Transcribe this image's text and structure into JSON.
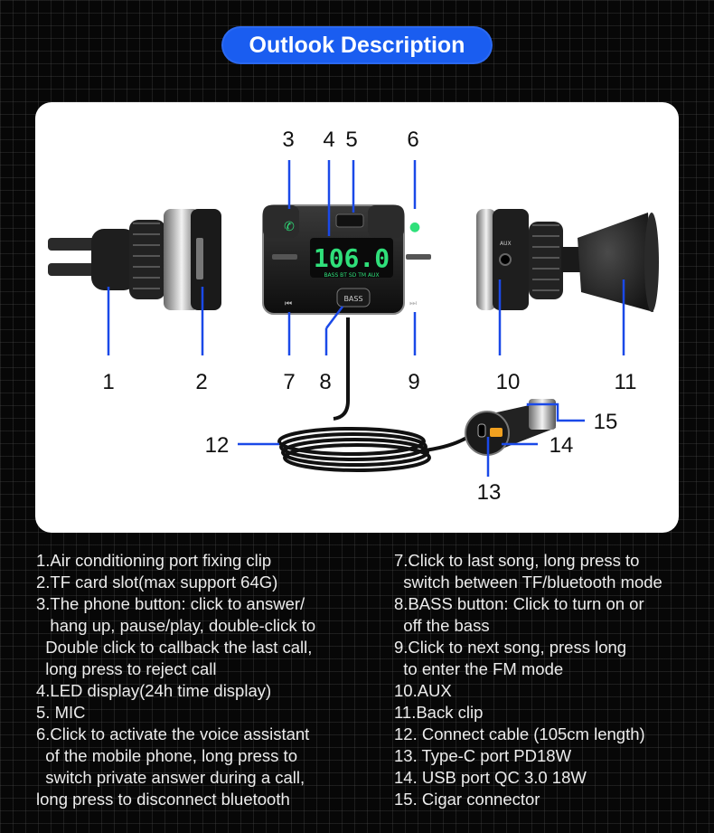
{
  "title": "Outlook Description",
  "callouts": [
    "1",
    "2",
    "3",
    "4",
    "5",
    "6",
    "7",
    "8",
    "9",
    "10",
    "11",
    "12",
    "13",
    "14",
    "15"
  ],
  "display": {
    "frequency": "106.0",
    "modes": "BASS BT SD TM AUX",
    "bass_label": "BASS",
    "aux_label": "AUX"
  },
  "left_list": [
    "1.Air conditioning port fixing clip",
    "2.TF card slot(max support  64G)",
    "3.The phone button: click to answer/",
    "   hang up, pause/play, double-click to",
    "  Double click to callback the last call,",
    "  long press to reject call",
    "4.LED display(24h time display)",
    "5. MIC",
    "6.Click to activate the voice assistant",
    "  of the mobile phone, long press to",
    "  switch private answer during a call,",
    "long press to disconnect bluetooth"
  ],
  "right_list": [
    "7.Click to last song, long press to",
    "  switch between TF/bluetooth mode",
    "8.BASS button: Click to turn on or",
    "  off the bass",
    "9.Click to next song, press long",
    "  to enter the FM mode",
    "10.AUX",
    "11.Back clip",
    "12. Connect cable (105cm length)",
    "13. Type-C port PD18W",
    "14. USB port QC 3.0 18W",
    "15. Cigar connector"
  ]
}
